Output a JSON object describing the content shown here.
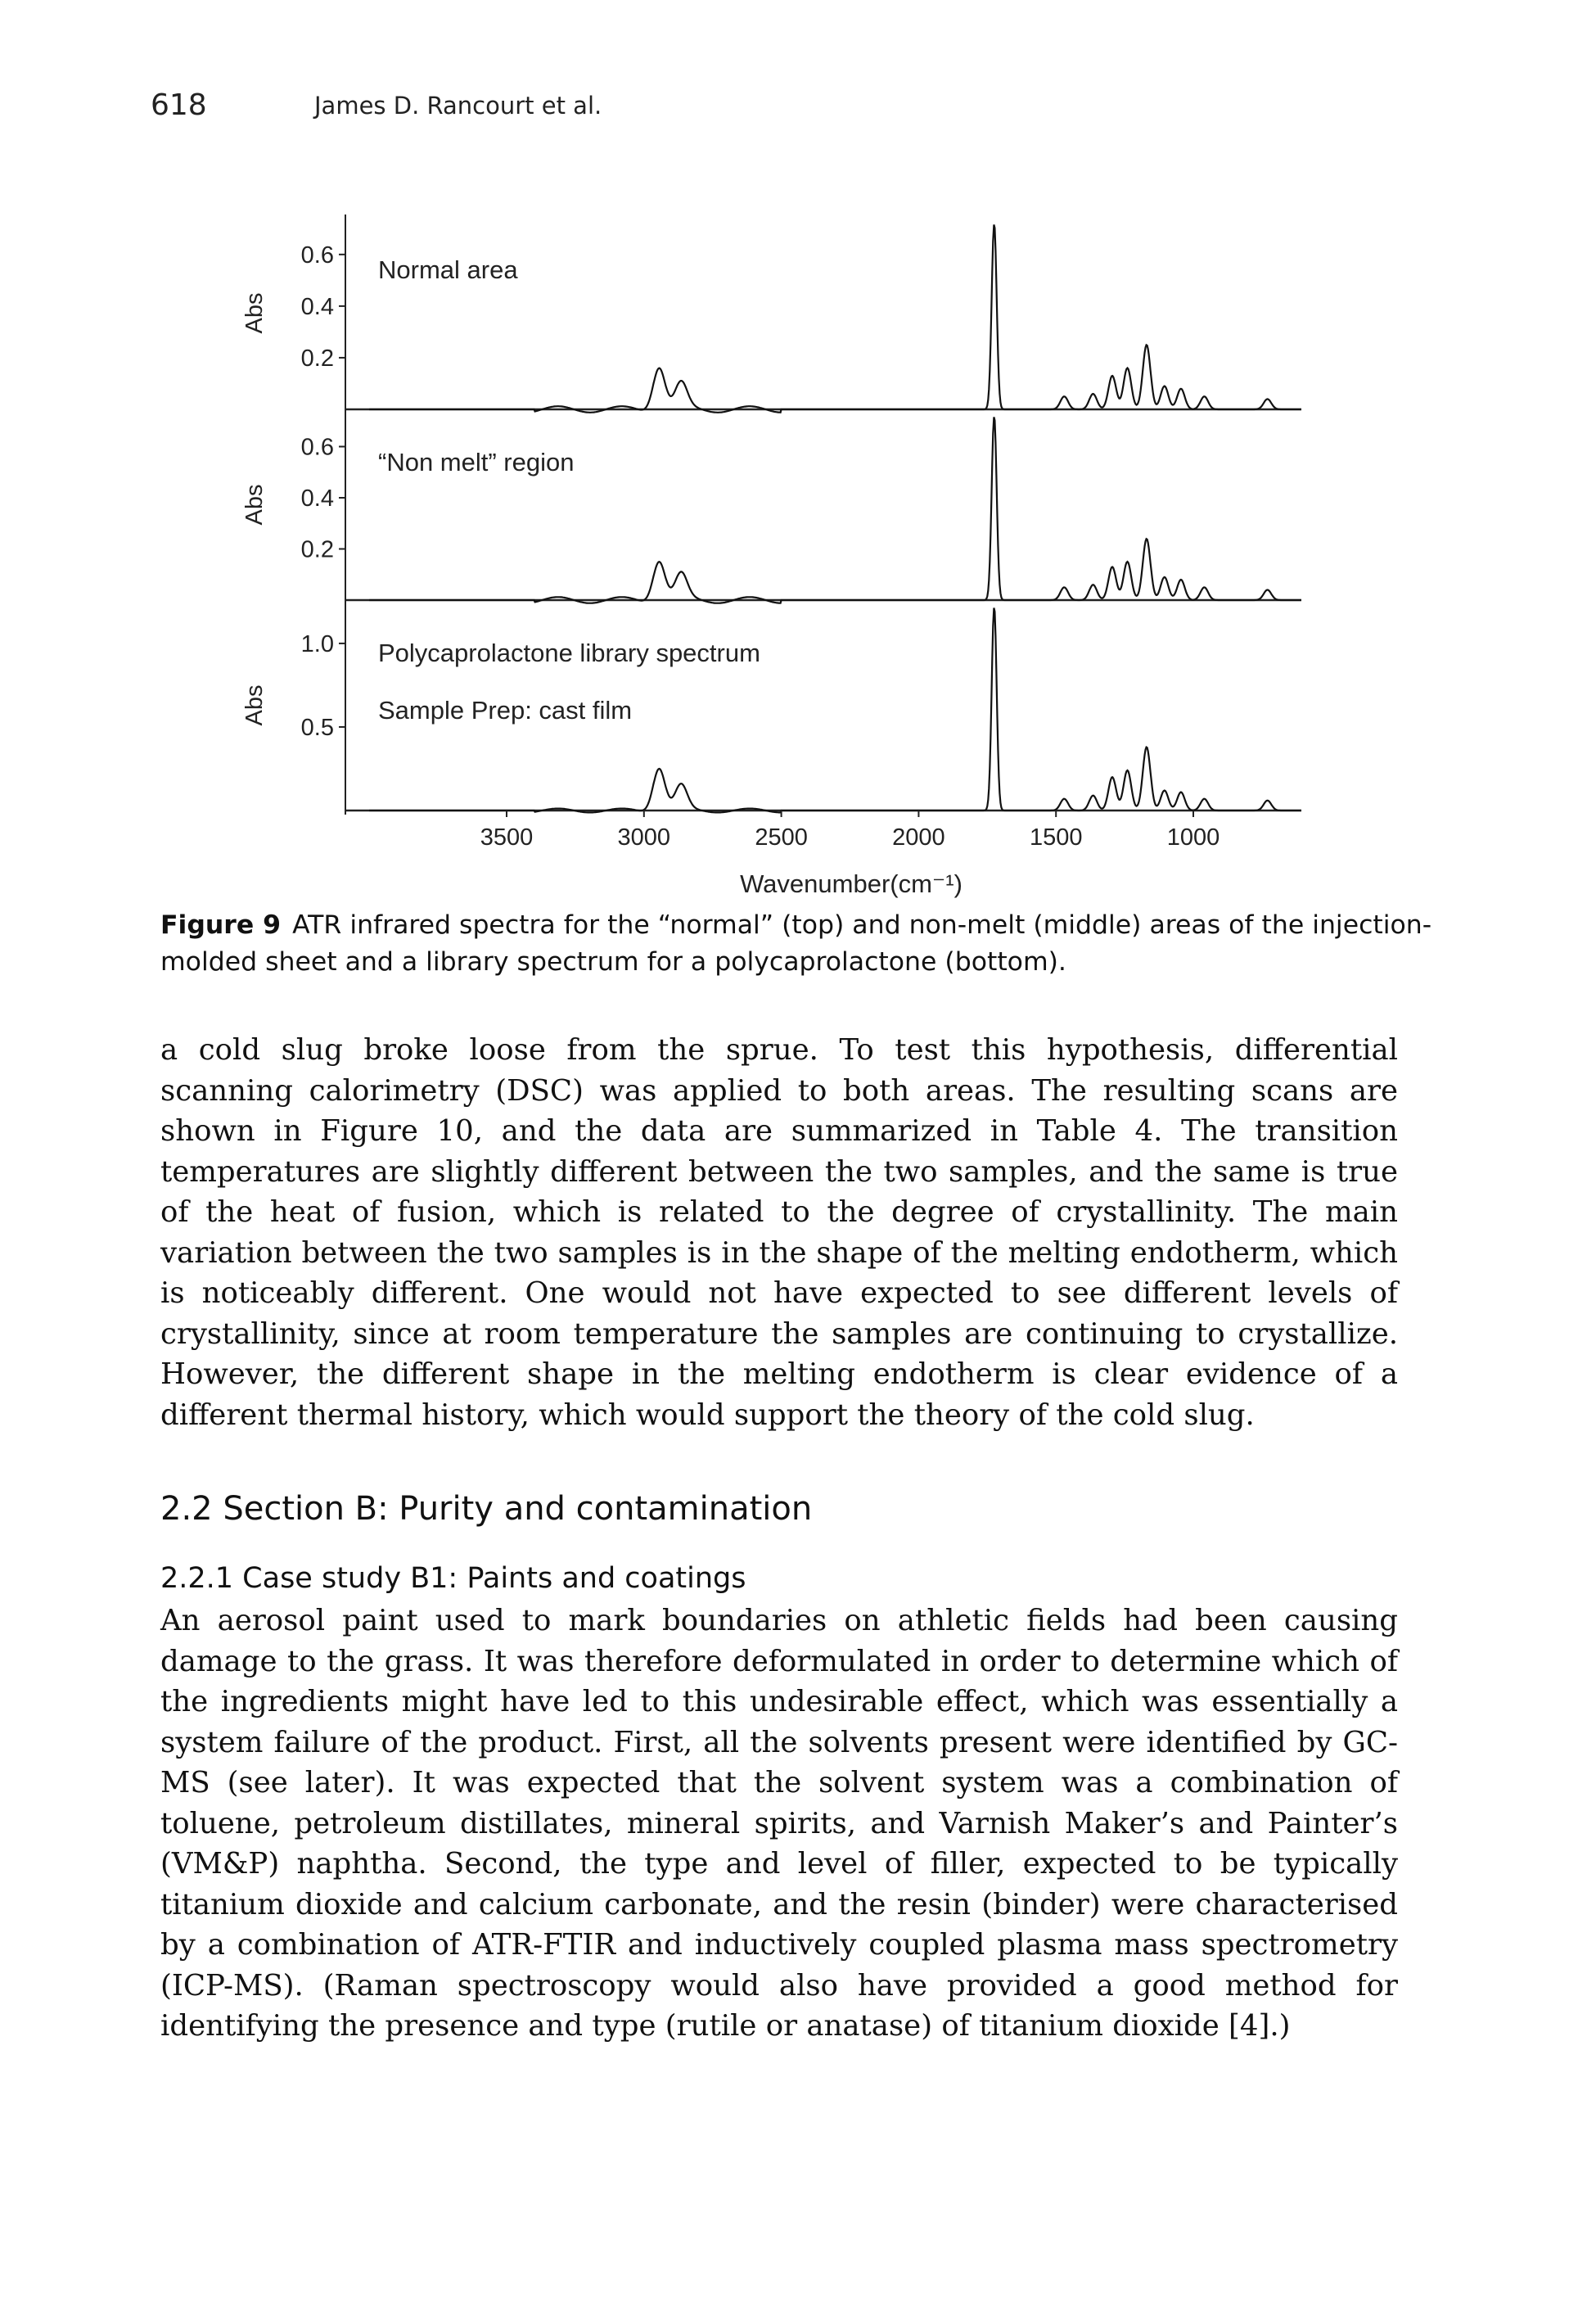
{
  "header": {
    "page_number": "618",
    "running_head": "James D. Rancourt et al."
  },
  "figure": {
    "label": "Figure 9",
    "caption": "ATR infrared spectra for the “normal” (top) and non-melt (middle) areas of the injection-molded sheet and a library spectrum for a polycaprolactone (bottom)."
  },
  "chart_data": {
    "type": "line",
    "xlabel": "Wavenumber(cm⁻¹)",
    "x_ticks": [
      "3500",
      "3000",
      "2500",
      "2000",
      "1500",
      "1000"
    ],
    "x_direction": "reversed",
    "panels": [
      {
        "annotation": [
          "Normal area"
        ],
        "ylabel": "Abs",
        "y_ticks": [
          "0.6",
          "0.4",
          "0.2"
        ],
        "ylim": [
          0.0,
          0.72
        ],
        "peaks": [
          {
            "wavenumber": 2945,
            "height": 0.17
          },
          {
            "wavenumber": 2865,
            "height": 0.1
          },
          {
            "wavenumber": 1725,
            "height": 0.72
          },
          {
            "wavenumber": 1470,
            "height": 0.05
          },
          {
            "wavenumber": 1365,
            "height": 0.06
          },
          {
            "wavenumber": 1295,
            "height": 0.13
          },
          {
            "wavenumber": 1240,
            "height": 0.16
          },
          {
            "wavenumber": 1170,
            "height": 0.25
          },
          {
            "wavenumber": 1105,
            "height": 0.09
          },
          {
            "wavenumber": 1045,
            "height": 0.08
          },
          {
            "wavenumber": 960,
            "height": 0.05
          },
          {
            "wavenumber": 730,
            "height": 0.04
          }
        ]
      },
      {
        "annotation": [
          "“Non melt” region"
        ],
        "ylabel": "Abs",
        "y_ticks": [
          "0.6",
          "0.4",
          "0.2"
        ],
        "ylim": [
          0.0,
          0.72
        ],
        "peaks": [
          {
            "wavenumber": 2945,
            "height": 0.16
          },
          {
            "wavenumber": 2865,
            "height": 0.1
          },
          {
            "wavenumber": 1725,
            "height": 0.72
          },
          {
            "wavenumber": 1470,
            "height": 0.05
          },
          {
            "wavenumber": 1365,
            "height": 0.06
          },
          {
            "wavenumber": 1295,
            "height": 0.13
          },
          {
            "wavenumber": 1240,
            "height": 0.15
          },
          {
            "wavenumber": 1170,
            "height": 0.24
          },
          {
            "wavenumber": 1105,
            "height": 0.09
          },
          {
            "wavenumber": 1045,
            "height": 0.08
          },
          {
            "wavenumber": 960,
            "height": 0.05
          },
          {
            "wavenumber": 730,
            "height": 0.04
          }
        ]
      },
      {
        "annotation": [
          "Polycaprolactone library spectrum",
          "Sample Prep:  cast film"
        ],
        "ylabel": "Abs",
        "y_ticks": [
          "1.0",
          "0.5"
        ],
        "ylim": [
          0.0,
          1.22
        ],
        "peaks": [
          {
            "wavenumber": 2945,
            "height": 0.26
          },
          {
            "wavenumber": 2865,
            "height": 0.15
          },
          {
            "wavenumber": 1725,
            "height": 1.22
          },
          {
            "wavenumber": 1470,
            "height": 0.07
          },
          {
            "wavenumber": 1365,
            "height": 0.09
          },
          {
            "wavenumber": 1295,
            "height": 0.2
          },
          {
            "wavenumber": 1240,
            "height": 0.24
          },
          {
            "wavenumber": 1170,
            "height": 0.38
          },
          {
            "wavenumber": 1105,
            "height": 0.12
          },
          {
            "wavenumber": 1045,
            "height": 0.11
          },
          {
            "wavenumber": 960,
            "height": 0.07
          },
          {
            "wavenumber": 730,
            "height": 0.06
          }
        ]
      }
    ]
  },
  "paragraph_1": "a cold slug broke loose from the sprue. To test this hypothesis, differential scanning calorimetry (DSC) was applied to both areas. The resulting scans are shown in Figure 10, and the data are summarized in Table 4. The transition temperatures are slightly different between the two samples, and the same is true of the heat of fusion, which is related to the degree of crystallinity. The main variation between the two samples is in the shape of the melting endotherm, which is noticeably different. One would not have expected to see different levels of crystallinity, since at room temperature the samples are continuing to crystallize. However, the different shape in the melting endotherm is clear evidence of a different thermal history, which would support the theory of the cold slug.",
  "section_heading": "2.2  Section B: Purity and contamination",
  "subsection_heading": "2.2.1  Case study B1: Paints and coatings",
  "paragraph_2": "An aerosol paint used to mark boundaries on athletic fields had been causing damage to the grass. It was therefore deformulated in order to determine which of the ingredients might have led to this undesirable effect, which was essentially a system failure of the product. First, all the solvents present were identified by GC-MS (see later). It was expected that the solvent system was a combination of toluene, petroleum distillates, mineral spirits, and Varnish Maker’s and Painter’s (VM&P) naphtha. Second, the type and level of filler, expected to be typically titanium dioxide and calcium carbonate, and the resin (binder) were characterised by a combination of ATR-FTIR and inductively coupled plasma mass spectrometry (ICP-MS). (Raman spectroscopy would also have provided a good method for identifying the presence and type (rutile or anatase) of titanium dioxide [4].)"
}
